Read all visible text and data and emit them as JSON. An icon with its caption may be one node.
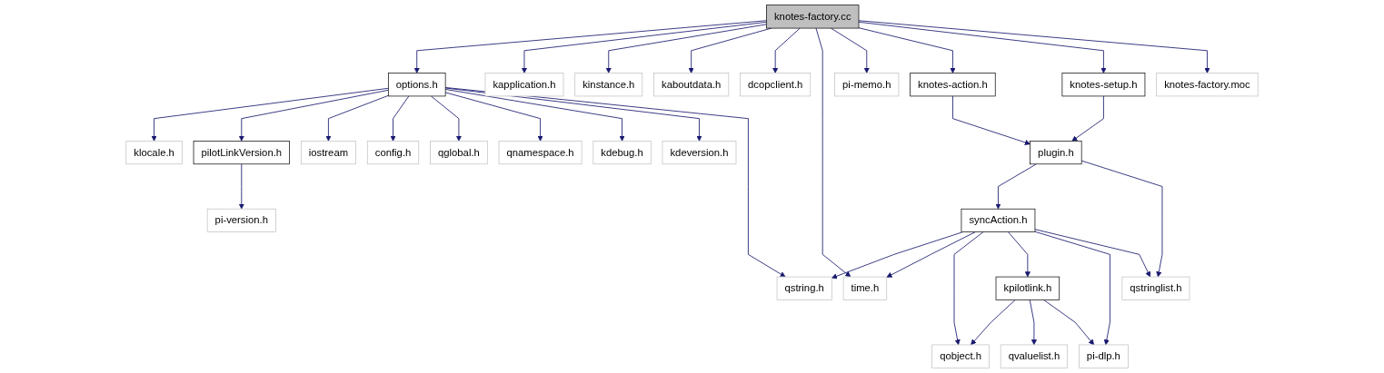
{
  "diagram": {
    "nodes": [
      {
        "text": [
          "knotes-factory.cc"
        ]
      },
      {
        "text": [
          "options.h"
        ]
      },
      {
        "text": [
          "kapplication.h"
        ]
      },
      {
        "text": [
          "kinstance.h"
        ]
      },
      {
        "text": [
          "kaboutdata.h"
        ]
      },
      {
        "text": [
          "dcopclient.h"
        ]
      },
      {
        "text": [
          "time.h"
        ]
      },
      {
        "text": [
          "pi-memo.h"
        ]
      },
      {
        "text": [
          "knotes-action.h"
        ]
      },
      {
        "text": [
          "knotes-setup.h"
        ]
      },
      {
        "text": [
          "knotes-factory.moc"
        ]
      },
      {
        "text": [
          "klocale.h"
        ]
      },
      {
        "text": [
          "pilotLinkVersion.h"
        ]
      },
      {
        "text": [
          "iostream"
        ]
      },
      {
        "text": [
          "config.h"
        ]
      },
      {
        "text": [
          "qglobal.h"
        ]
      },
      {
        "text": [
          "qnamespace.h"
        ]
      },
      {
        "text": [
          "kdebug.h"
        ]
      },
      {
        "text": [
          "kdeversion.h"
        ]
      },
      {
        "text": [
          "qstring.h"
        ]
      },
      {
        "text": [
          "pi-version.h"
        ]
      },
      {
        "text": [
          "plugin.h"
        ]
      },
      {
        "text": [
          "syncAction.h"
        ]
      },
      {
        "text": [
          "qstringlist.h"
        ]
      },
      {
        "text": [
          "kpilotlink.h"
        ]
      },
      {
        "text": [
          "qobject.h"
        ]
      },
      {
        "text": [
          "qvaluelist.h"
        ]
      },
      {
        "text": [
          "pi-dlp.h"
        ]
      }
    ],
    "edges": [
      {
        "from": 0,
        "to": 1,
        "arrow": "to"
      },
      {
        "from": 0,
        "to": 2,
        "arrow": "to"
      },
      {
        "from": 0,
        "to": 3,
        "arrow": "to"
      },
      {
        "from": 0,
        "to": 4,
        "arrow": "to"
      },
      {
        "from": 0,
        "to": 5,
        "arrow": "to"
      },
      {
        "from": 0,
        "to": 6,
        "arrow": "to"
      },
      {
        "from": 0,
        "to": 7,
        "arrow": "to"
      },
      {
        "from": 0,
        "to": 8,
        "arrow": "to"
      },
      {
        "from": 0,
        "to": 9,
        "arrow": "to"
      },
      {
        "from": 0,
        "to": 10,
        "arrow": "to"
      },
      {
        "from": 1,
        "to": 11,
        "arrow": "to"
      },
      {
        "from": 1,
        "to": 12,
        "arrow": "to"
      },
      {
        "from": 1,
        "to": 13,
        "arrow": "to"
      },
      {
        "from": 1,
        "to": 14,
        "arrow": "to"
      },
      {
        "from": 1,
        "to": 15,
        "arrow": "to"
      },
      {
        "from": 1,
        "to": 16,
        "arrow": "to"
      },
      {
        "from": 1,
        "to": 17,
        "arrow": "to"
      },
      {
        "from": 1,
        "to": 18,
        "arrow": "to"
      },
      {
        "from": 1,
        "to": 19,
        "arrow": "to"
      },
      {
        "from": 12,
        "to": 20,
        "arrow": "to"
      },
      {
        "from": 8,
        "to": 21,
        "arrow": "to"
      },
      {
        "from": 9,
        "to": 21,
        "arrow": "to"
      },
      {
        "from": 21,
        "to": 22,
        "arrow": "to"
      },
      {
        "from": 21,
        "to": 23,
        "arrow": "to"
      },
      {
        "from": 22,
        "to": 19,
        "arrow": "to"
      },
      {
        "from": 22,
        "to": 6,
        "arrow": "to"
      },
      {
        "from": 22,
        "to": 25,
        "arrow": "to"
      },
      {
        "from": 22,
        "to": 24,
        "arrow": "to"
      },
      {
        "from": 22,
        "to": 27,
        "arrow": "to"
      },
      {
        "from": 22,
        "to": 23,
        "arrow": "to"
      },
      {
        "from": 24,
        "to": 25,
        "arrow": "to"
      },
      {
        "from": 24,
        "to": 26,
        "arrow": "to"
      },
      {
        "from": 24,
        "to": 27,
        "arrow": "to"
      }
    ]
  }
}
